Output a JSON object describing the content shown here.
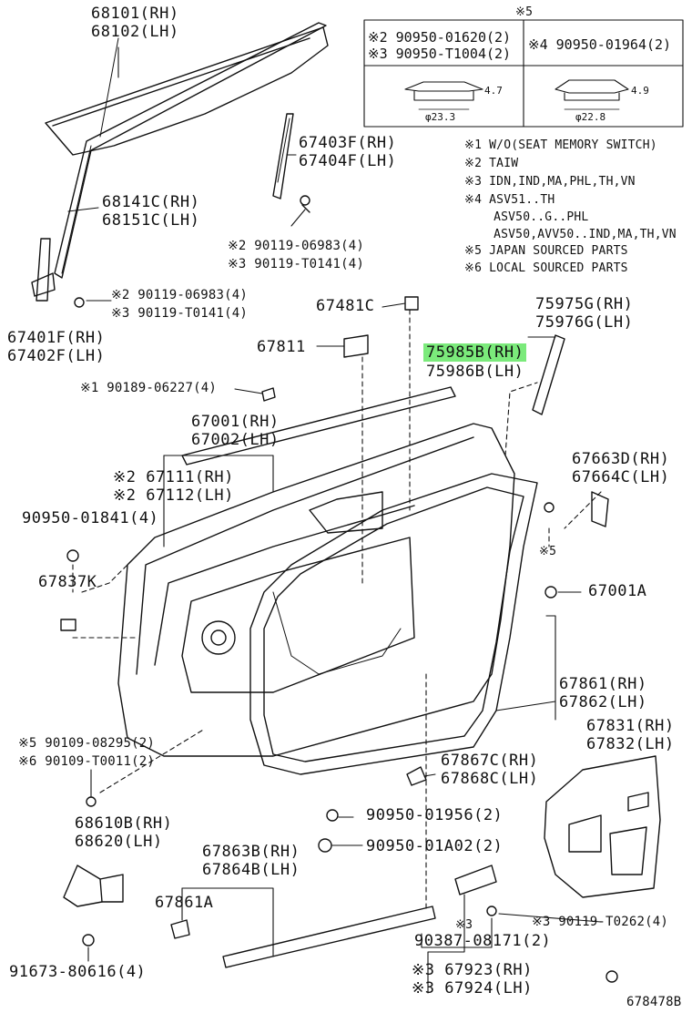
{
  "labels": {
    "l68101": "68101(RH)",
    "l68102": "68102(LH)",
    "l67403f": "67403F(RH)",
    "l67404f": "67404F(LH)",
    "l68141c": "68141C(RH)",
    "l68151c": "68151C(LH)",
    "l90119_06983_a": "※2 90119-06983(4)",
    "l90119_t0141_a": "※3 90119-T0141(4)",
    "l90119_06983_b": "※2 90119-06983(4)",
    "l90119_t0141_b": "※3 90119-T0141(4)",
    "l67481c": "67481C",
    "l67401f": "67401F(RH)",
    "l67402f": "67402F(LH)",
    "l75975g": "75975G(RH)",
    "l75976g": "75976G(LH)",
    "l67811": "67811",
    "l75985b": "75985B(RH)",
    "l75986b": "75986B(LH)",
    "l90189": "※1 90189-06227(4)",
    "l67001": "67001(RH)",
    "l67002": "67002(LH)",
    "l67663d": "67663D(RH)",
    "l67664c": "67664C(LH)",
    "l67111": "※2 67111(RH)",
    "l67112": "※2 67112(LH)",
    "l90950_01841": "90950-01841(4)",
    "l5star": "※5",
    "l67837k": "67837K",
    "l67001a": "67001A",
    "l67861": "67861(RH)",
    "l67862": "67862(LH)",
    "l67831": "67831(RH)",
    "l67832": "67832(LH)",
    "l90109_08295": "※5 90109-08295(2)",
    "l90109_t0011": "※6 90109-T0011(2)",
    "l67867c": "67867C(RH)",
    "l67868c": "67868C(LH)",
    "l68610b": "68610B(RH)",
    "l68620": "68620(LH)",
    "l90950_01956": "90950-01956(2)",
    "l90950_01a02": "90950-01A02(2)",
    "l67863b": "67863B(RH)",
    "l67864b": "67864B(LH)",
    "l67861a": "67861A",
    "l90119_t0262": "※3 90119-T0262(4)",
    "l3star": "※3",
    "l90387": "90387-08171(2)",
    "l91673": "91673-80616(4)",
    "l67923": "※3 67923(RH)",
    "l67924": "※3 67924(LH)",
    "diagram_id": "678478B"
  },
  "box": {
    "header": "※5",
    "left_line1": "※2 90950-01620(2)",
    "left_line2": "※3 90950-T1004(2)",
    "right_line1": "※4 90950-01964(2)",
    "dim_left_h": "4.7",
    "dim_left_d": "φ23.3",
    "dim_right_h": "4.9",
    "dim_right_d": "φ22.8"
  },
  "notes": [
    "※1 W/O(SEAT MEMORY SWITCH)",
    "※2 TAIW",
    "※3 IDN,IND,MA,PHL,TH,VN",
    "※4 ASV51..TH",
    "    ASV50..G..PHL",
    "    ASV50,AVV50..IND,MA,TH,VN",
    "※5 JAPAN SOURCED PARTS",
    "※6 LOCAL SOURCED PARTS"
  ],
  "colors": {
    "highlight": "#7bea7b",
    "ink": "#111111"
  }
}
